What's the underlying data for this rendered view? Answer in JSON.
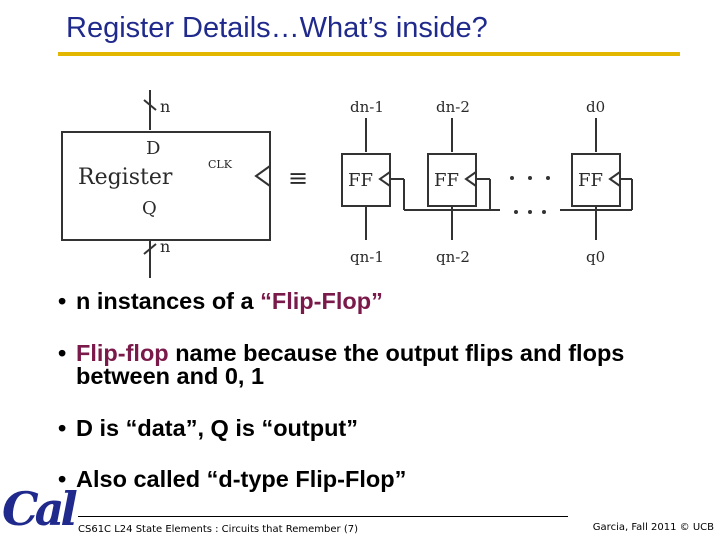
{
  "slide": {
    "title": "Register Details…What’s inside?"
  },
  "diagram": {
    "n_in": "n",
    "d_label": "D",
    "register_label": "Register",
    "clk_label": "CLK",
    "q_label": "Q",
    "n_out": "n",
    "equiv": "≡",
    "inputs": [
      "dn-1",
      "dn-2",
      "d0"
    ],
    "flip_flops": [
      "FF",
      "FF",
      "FF"
    ],
    "outputs": [
      "qn-1",
      "qn-2",
      "q0"
    ]
  },
  "bullets": [
    {
      "before": "n instances of a ",
      "highlight": "“Flip-Flop”",
      "after": ""
    },
    {
      "before": "",
      "highlight": "Flip-flop",
      "after": " name because the output flips and flops between and 0, 1"
    },
    {
      "before": "D is “data”, Q is “output”",
      "highlight": "",
      "after": ""
    },
    {
      "before": "Also called “d-type Flip-Flop”",
      "highlight": "",
      "after": ""
    }
  ],
  "footer": {
    "logo": "Cal",
    "left": "CS61C L24 State Elements : Circuits that Remember (7)",
    "right": "Garcia, Fall 2011 © UCB"
  },
  "colors": {
    "title": "#1f2a8c",
    "rule": "#e3b600",
    "highlight": "#7a1a4a"
  }
}
